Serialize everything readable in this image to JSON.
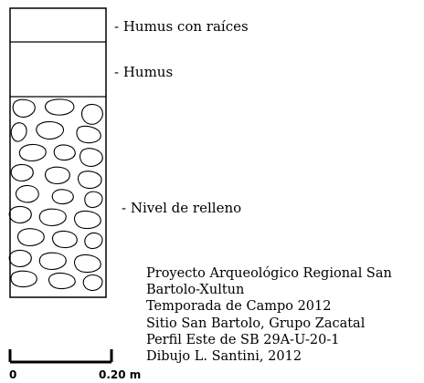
{
  "layers": [
    {
      "id": "humus-con-raices",
      "label": "- Humus con raíces"
    },
    {
      "id": "humus",
      "label": "- Humus"
    },
    {
      "id": "nivel-de-relleno",
      "label": "- Nivel de relleno"
    }
  ],
  "scale": {
    "start_label": "0",
    "end_label": "0.20 m"
  },
  "credits": {
    "lines": [
      "Proyecto Arqueológico Regional San",
      "Bartolo-Xultun",
      "Temporada de Campo 2012",
      "Sitio San Bartolo, Grupo Zacatal",
      "Perfil Este de SB 29A-U-20-1",
      "Dibujo L. Santini, 2012"
    ]
  },
  "colors": {
    "ink": "#000000",
    "paper": "#ffffff"
  }
}
